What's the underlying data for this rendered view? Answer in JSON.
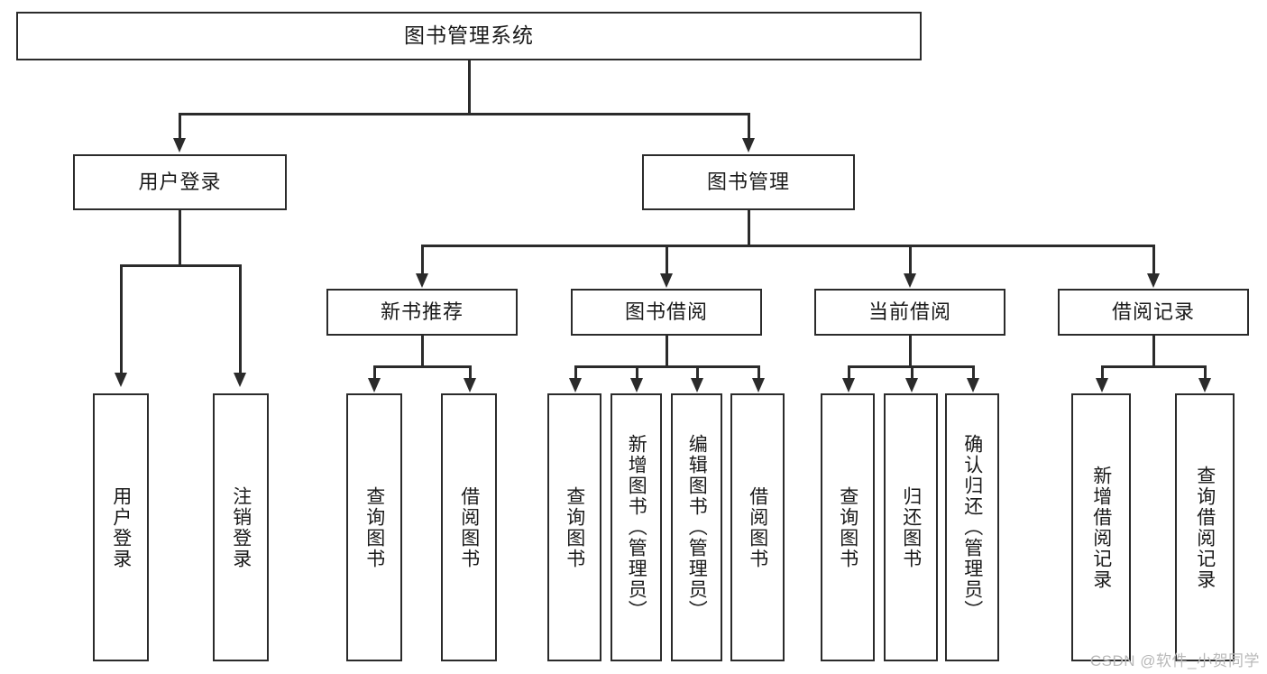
{
  "diagram": {
    "title": "图书管理系统",
    "type": "tree",
    "watermark": "CSDN @软件_小贺同学",
    "colors": {
      "stroke": "#2b2b2b",
      "fill": "#ffffff",
      "text": "#1a1a1a",
      "watermark": "#b9b9b9"
    },
    "root": {
      "label": "图书管理系统"
    },
    "level2": [
      {
        "label": "用户登录"
      },
      {
        "label": "图书管理"
      }
    ],
    "level3": [
      {
        "label": "新书推荐"
      },
      {
        "label": "图书借阅"
      },
      {
        "label": "当前借阅"
      },
      {
        "label": "借阅记录"
      }
    ],
    "leaves": {
      "user_login": [
        {
          "label": "用户登录"
        },
        {
          "label": "注销登录"
        }
      ],
      "new_book_recommend": [
        {
          "label": "查询图书"
        },
        {
          "label": "借阅图书"
        }
      ],
      "book_borrow": [
        {
          "label": "查询图书"
        },
        {
          "label": "新增图书（管理员）"
        },
        {
          "label": "编辑图书（管理员）"
        },
        {
          "label": "借阅图书"
        }
      ],
      "current_borrow": [
        {
          "label": "查询图书"
        },
        {
          "label": "归还图书"
        },
        {
          "label": "确认归还（管理员）"
        }
      ],
      "borrow_record": [
        {
          "label": "新增借阅记录"
        },
        {
          "label": "查询借阅记录"
        }
      ]
    }
  }
}
